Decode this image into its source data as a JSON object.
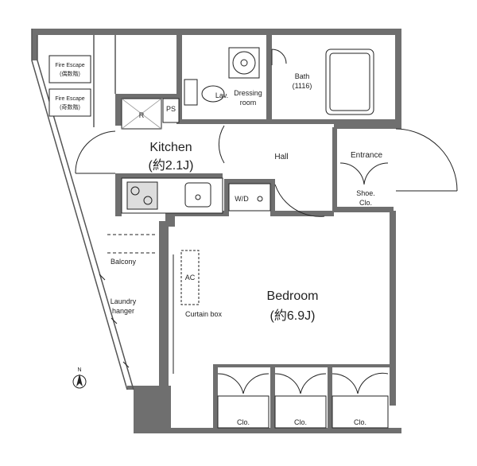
{
  "floorplan": {
    "rooms": {
      "kitchen": {
        "name": "Kitchen",
        "size": "(約2.1J)"
      },
      "bedroom": {
        "name": "Bedroom",
        "size": "(約6.9J)"
      },
      "hall": "Hall",
      "entrance": "Entrance",
      "shoe_closet": {
        "line1": "Shoe.",
        "line2": "Clo."
      },
      "bath": {
        "name": "Bath",
        "size": "(1116)"
      },
      "dressing_room": {
        "line1": "Dressing",
        "line2": "room"
      },
      "lavatory": "Lav.",
      "washer": "W/D",
      "refrigerator": "R",
      "pipe_space": "PS",
      "air_conditioner": "AC",
      "curtain_box": "Curtain box",
      "balcony": "Balcony",
      "laundry_hanger": {
        "line1": "Laundry",
        "line2": "hanger"
      },
      "closets": [
        "Clo.",
        "Clo.",
        "Clo."
      ]
    },
    "fire_escapes": [
      {
        "line1": "Fire Escape",
        "line2": "(偶数階)"
      },
      {
        "line1": "Fire Escape",
        "line2": "(奇数階)"
      }
    ],
    "north_label": "N"
  }
}
